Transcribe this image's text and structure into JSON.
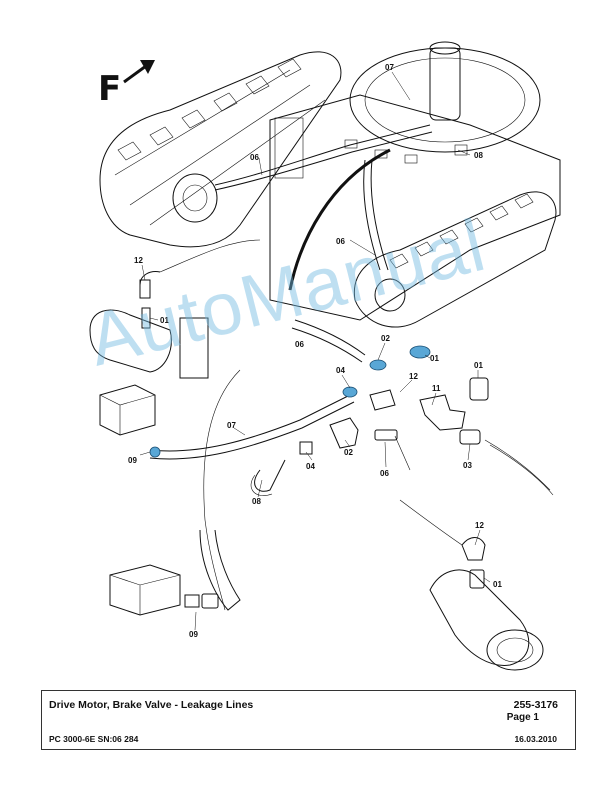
{
  "direction_marker": "F",
  "callouts": [
    {
      "id": "c-06-top",
      "text": "06"
    },
    {
      "id": "c-07-top",
      "text": "07"
    },
    {
      "id": "c-08-top",
      "text": "08"
    },
    {
      "id": "c-06-mid",
      "text": "06"
    },
    {
      "id": "c-12-left",
      "text": "12"
    },
    {
      "id": "c-01-left",
      "text": "01"
    },
    {
      "id": "c-06-hose",
      "text": "06"
    },
    {
      "id": "c-02-top",
      "text": "02"
    },
    {
      "id": "c-01-mid",
      "text": "01"
    },
    {
      "id": "c-01-right",
      "text": "01"
    },
    {
      "id": "c-04-top",
      "text": "04"
    },
    {
      "id": "c-12-mid",
      "text": "12"
    },
    {
      "id": "c-11",
      "text": "11"
    },
    {
      "id": "c-07-bottom",
      "text": "07"
    },
    {
      "id": "c-09-top",
      "text": "09"
    },
    {
      "id": "c-04-bottom",
      "text": "04"
    },
    {
      "id": "c-02-bottom",
      "text": "02"
    },
    {
      "id": "c-06-bottom",
      "text": "06"
    },
    {
      "id": "c-03",
      "text": "03"
    },
    {
      "id": "c-08-bottom",
      "text": "08"
    },
    {
      "id": "c-12-bottom",
      "text": "12"
    },
    {
      "id": "c-01-bottom",
      "text": "01"
    },
    {
      "id": "c-09-bottom",
      "text": "09"
    }
  ],
  "watermark": "AutoManual",
  "title_block": {
    "title": "Drive Motor, Brake Valve - Leakage Lines",
    "document_number": "255-3176",
    "page": "Page 1",
    "model": "PC 3000-6E SN:06 284",
    "date": "16.03.2010"
  },
  "colors": {
    "line_art": "#111111",
    "highlight_fittings": "#59a7d6",
    "watermark": "#6eb9e1"
  }
}
